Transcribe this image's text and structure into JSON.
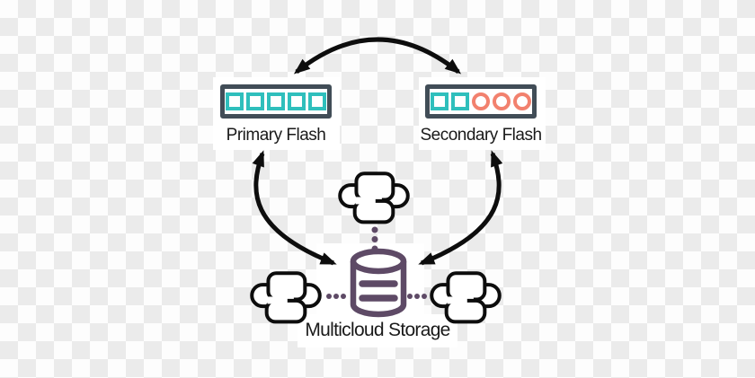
{
  "colors": {
    "teal": "#2fbfbc",
    "salmon": "#f2816e",
    "slate": "#414d57",
    "purple": "#5e4a66",
    "black": "#0d0d0d",
    "text": "#1a1a1a",
    "checker_light": "#fdfdfd",
    "checker_dark": "#ebebeb"
  },
  "diagram": {
    "nodes": {
      "primary_flash": {
        "label": "Primary Flash",
        "cells": [
          "square",
          "square",
          "square",
          "square",
          "square"
        ]
      },
      "secondary_flash": {
        "label": "Secondary Flash",
        "cells": [
          "square",
          "square",
          "circle",
          "circle",
          "circle"
        ]
      },
      "multicloud_storage": {
        "label": "Multicloud Storage",
        "icon": "database-icon",
        "cloud_count": 3
      }
    },
    "edges": [
      {
        "from": "primary_flash",
        "to": "secondary_flash",
        "style": "curved",
        "arrows": "both"
      },
      {
        "from": "primary_flash",
        "to": "multicloud_storage",
        "style": "curved",
        "arrows": "both"
      },
      {
        "from": "secondary_flash",
        "to": "multicloud_storage",
        "style": "curved",
        "arrows": "both"
      },
      {
        "from": "top-cloud",
        "to": "database",
        "style": "dotted"
      },
      {
        "from": "left-cloud",
        "to": "database",
        "style": "dotted"
      },
      {
        "from": "right-cloud",
        "to": "database",
        "style": "dotted"
      }
    ],
    "icons": [
      "cloud-icon",
      "database-icon"
    ]
  }
}
